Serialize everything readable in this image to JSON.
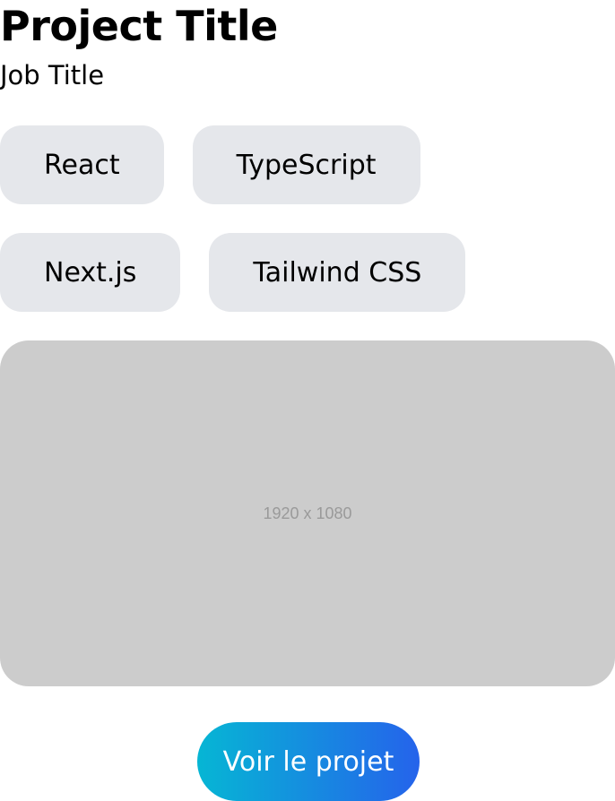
{
  "project": {
    "title": "Project Title",
    "job_title": "Job Title"
  },
  "tags": {
    "rows": [
      [
        "React",
        "TypeScript"
      ],
      [
        "Next.js",
        "Tailwind CSS"
      ]
    ]
  },
  "preview": {
    "placeholder_label": "1920 x 1080",
    "background_color": "#cccccc"
  },
  "cta": {
    "label": "Voir le projet",
    "gradient_start": "#06b6d4",
    "gradient_end": "#2563eb"
  }
}
